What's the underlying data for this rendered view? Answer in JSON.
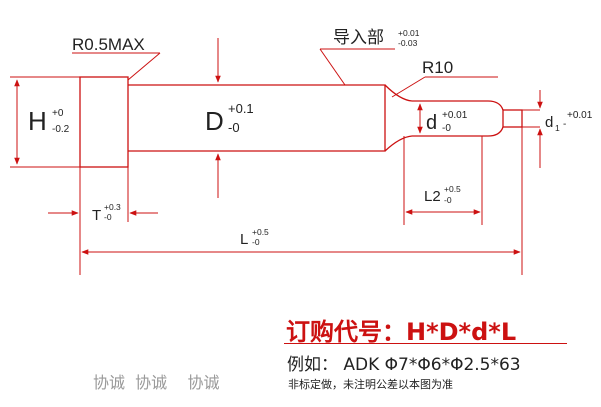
{
  "labels": {
    "r_max": "R0.5MAX",
    "guide": "导入部",
    "guide_tol_upper": "+0.01",
    "guide_tol_lower": "-0.03",
    "r10": "R10",
    "H": "H",
    "H_tol_upper": "+0",
    "H_tol_lower": "-0.2",
    "D": "D",
    "D_tol_upper": "+0.1",
    "D_tol_lower": "-0",
    "d": "d",
    "d_tol_upper": "+0.01",
    "d_tol_lower": "-0",
    "d1": "d",
    "d1_sub": "1",
    "d1_tol_upper": "+0.01",
    "d1_tol_lower": "-",
    "T": "T",
    "T_tol_upper": "+0.3",
    "T_tol_lower": "-0",
    "L2": "L2",
    "L2_tol_upper": "+0.5",
    "L2_tol_lower": "-0",
    "L": "L",
    "L_tol_upper": "+0.5",
    "L_tol_lower": "-0"
  },
  "order": {
    "code": "订购代号：H*D*d*L",
    "example": "例如：  ADK   Φ7*Φ6*Φ2.5*63",
    "note": "非标定做，未注明公差以本图为准"
  },
  "watermark": "协诚  协诚    协诚",
  "colors": {
    "line": "#cc1111",
    "text": "#222222",
    "accent": "#cc1111",
    "watermark": "#9a9a9a"
  }
}
